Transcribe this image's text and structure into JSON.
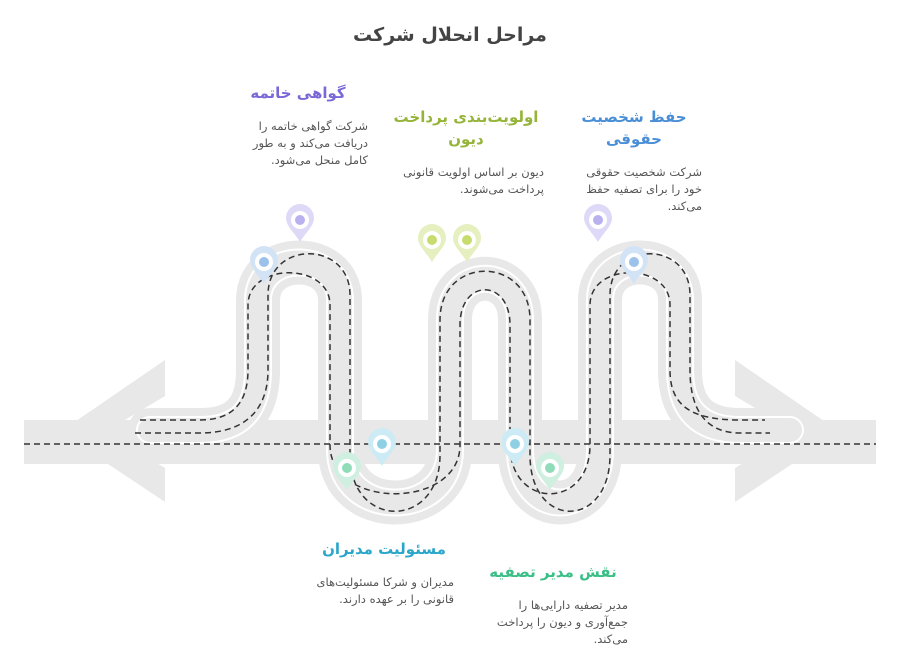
{
  "title": "مراحل انحلال شرکت",
  "steps": {
    "legal": {
      "title": "حفظ شخصیت حقوقی",
      "description": "شرکت شخصیت حقوقی خود را برای تصفیه حفظ می‌کند."
    },
    "debt": {
      "title": "اولویت‌بندی پرداخت دیون",
      "description": "دیون بر اساس اولویت قانونی پرداخت می‌شوند."
    },
    "certificate": {
      "title": "گواهی خاتمه",
      "description": "شرکت گواهی خاتمه را دریافت می‌کند و به طور کامل منحل می‌شود."
    },
    "managers": {
      "title": "مسئولیت مدیران",
      "description": "مدیران و شرکا مسئولیت‌های قانونی را بر عهده دارند."
    },
    "liquidator": {
      "title": "نقش مدیر تصفیه",
      "description": "مدیر تصفیه دارایی‌ها را جمع‌آوری و دیون را پرداخت می‌کند."
    }
  },
  "colors": {
    "road": "#e8e8e8",
    "road_edge": "#ffffff",
    "dash": "#333333",
    "title": "#444444",
    "legal": "#4a8fd6",
    "debt": "#96b43a",
    "certificate": "#7a68d8",
    "managers": "#2aa6c8",
    "liquidator": "#3bbf86"
  },
  "icons": [
    "location-pin-icon",
    "arrow-left-icon",
    "arrow-right-icon"
  ]
}
